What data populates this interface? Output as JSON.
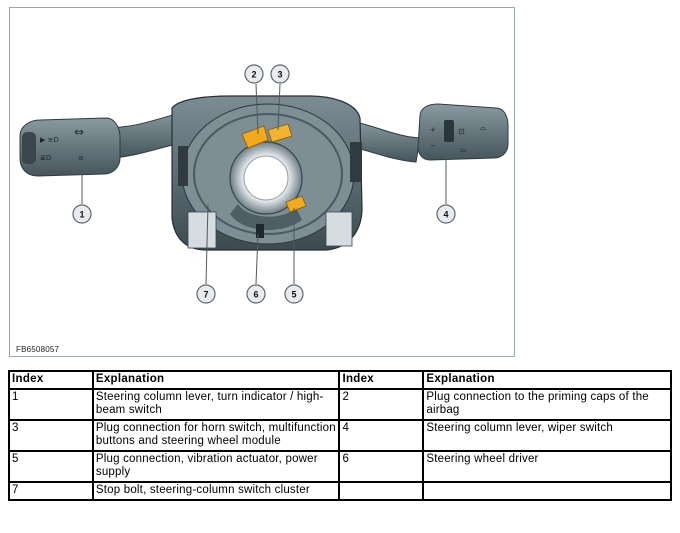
{
  "figure": {
    "code": "FB6508057",
    "callouts": [
      "1",
      "2",
      "3",
      "4",
      "5",
      "6",
      "7"
    ],
    "colors": {
      "part": "#5f7179",
      "part_dark": "#2f3b41",
      "plug": "#f2a91e",
      "callout_fill": "#e9ecef"
    }
  },
  "table": {
    "headers": [
      "Index",
      "Explanation",
      "Index",
      "Explanation"
    ],
    "rows": [
      {
        "i1": "1",
        "e1": "Steering column lever, turn indicator / high-beam switch",
        "i2": "2",
        "e2": "Plug connection to the priming caps of the airbag"
      },
      {
        "i1": "3",
        "e1": "Plug connection for horn switch, multifunction buttons and steering wheel module",
        "i2": "4",
        "e2": "Steering column lever, wiper switch"
      },
      {
        "i1": "5",
        "e1": "Plug connection, vibration actuator, power supply",
        "i2": "6",
        "e2": "Steering wheel driver"
      },
      {
        "i1": "7",
        "e1": "Stop bolt, steering-column switch cluster",
        "i2": "",
        "e2": ""
      }
    ]
  }
}
